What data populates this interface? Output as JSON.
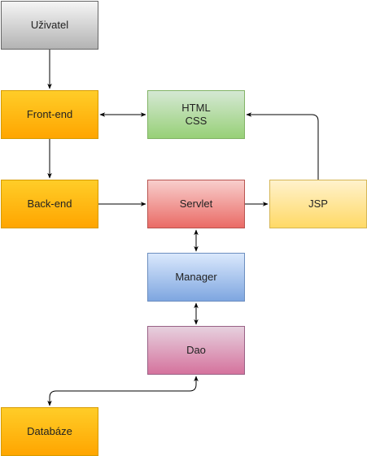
{
  "nodes": {
    "user": "Uživatel",
    "frontend": "Front-end",
    "backend": "Back-end",
    "database": "Databáze",
    "html_css": "HTML\nCSS",
    "servlet": "Servlet",
    "manager": "Manager",
    "dao": "Dao",
    "jsp": "JSP"
  },
  "edges": [
    {
      "from": "user",
      "to": "frontend",
      "direction": "forward"
    },
    {
      "from": "frontend",
      "to": "html_css",
      "direction": "both"
    },
    {
      "from": "frontend",
      "to": "backend",
      "direction": "forward"
    },
    {
      "from": "backend",
      "to": "servlet",
      "direction": "forward"
    },
    {
      "from": "servlet",
      "to": "jsp",
      "direction": "forward"
    },
    {
      "from": "jsp",
      "to": "html_css",
      "direction": "forward"
    },
    {
      "from": "servlet",
      "to": "manager",
      "direction": "both"
    },
    {
      "from": "manager",
      "to": "dao",
      "direction": "both"
    },
    {
      "from": "dao",
      "to": "database",
      "direction": "both"
    }
  ]
}
